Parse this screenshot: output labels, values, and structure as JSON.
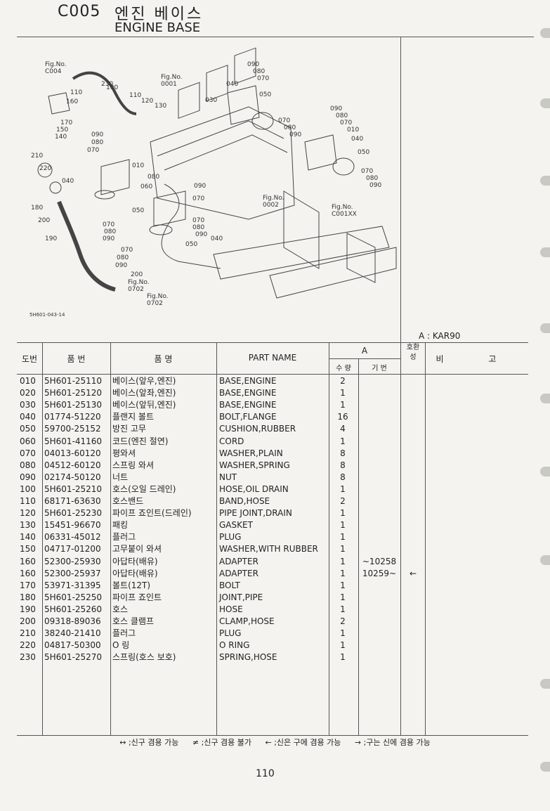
{
  "header": {
    "code": "C005",
    "title_kr": "엔진 베이스",
    "title_en": "ENGINE BASE"
  },
  "diagram": {
    "labels": [
      "090",
      "080",
      "070",
      "040",
      "050",
      "030",
      "230",
      "100",
      "110",
      "120",
      "130",
      "160",
      "170",
      "150",
      "140",
      "010",
      "060",
      "210",
      "220",
      "180",
      "200",
      "190",
      "Fig.No.",
      "C004",
      "0001",
      "0002",
      "C001XX",
      "0702",
      "5H601-043-14"
    ]
  },
  "model_note": "A : KAR90",
  "table": {
    "headers": {
      "no": "도번",
      "part_no": "품 번",
      "name_kr": "품 명",
      "part_name": "PART NAME",
      "group": "A",
      "qty": "수 량",
      "serial": "기 번",
      "interchange": "호환성",
      "remarks": "비 고"
    },
    "rows": [
      {
        "no": "010",
        "part_no": "5H601-25110",
        "name_kr": "베이스(앞우,엔진)",
        "part_name": "BASE,ENGINE",
        "qty": "2",
        "serial": "",
        "mark": ""
      },
      {
        "no": "020",
        "part_no": "5H601-25120",
        "name_kr": "베이스(앞좌,엔진)",
        "part_name": "BASE,ENGINE",
        "qty": "1",
        "serial": "",
        "mark": ""
      },
      {
        "no": "030",
        "part_no": "5H601-25130",
        "name_kr": "베이스(앞뒤,엔진)",
        "part_name": "BASE,ENGINE",
        "qty": "1",
        "serial": "",
        "mark": ""
      },
      {
        "no": "040",
        "part_no": "01774-51220",
        "name_kr": "플랜지 볼트",
        "part_name": "BOLT,FLANGE",
        "qty": "16",
        "serial": "",
        "mark": ""
      },
      {
        "no": "050",
        "part_no": "59700-25152",
        "name_kr": "방진 고무",
        "part_name": "CUSHION,RUBBER",
        "qty": "4",
        "serial": "",
        "mark": ""
      },
      {
        "no": "060",
        "part_no": "5H601-41160",
        "name_kr": "코드(엔진 절연)",
        "part_name": "CORD",
        "qty": "1",
        "serial": "",
        "mark": ""
      },
      {
        "no": "070",
        "part_no": "04013-60120",
        "name_kr": "평와셔",
        "part_name": "WASHER,PLAIN",
        "qty": "8",
        "serial": "",
        "mark": ""
      },
      {
        "no": "080",
        "part_no": "04512-60120",
        "name_kr": "스프링 와셔",
        "part_name": "WASHER,SPRING",
        "qty": "8",
        "serial": "",
        "mark": ""
      },
      {
        "no": "090",
        "part_no": "02174-50120",
        "name_kr": "너트",
        "part_name": "NUT",
        "qty": "8",
        "serial": "",
        "mark": ""
      },
      {
        "no": "100",
        "part_no": "5H601-25210",
        "name_kr": "호스(오일 드레인)",
        "part_name": "HOSE,OIL DRAIN",
        "qty": "1",
        "serial": "",
        "mark": ""
      },
      {
        "no": "110",
        "part_no": "68171-63630",
        "name_kr": "호스밴드",
        "part_name": "BAND,HOSE",
        "qty": "2",
        "serial": "",
        "mark": ""
      },
      {
        "no": "120",
        "part_no": "5H601-25230",
        "name_kr": "파이프 죠인트(드레인)",
        "part_name": "PIPE JOINT,DRAIN",
        "qty": "1",
        "serial": "",
        "mark": ""
      },
      {
        "no": "130",
        "part_no": "15451-96670",
        "name_kr": "패킹",
        "part_name": "GASKET",
        "qty": "1",
        "serial": "",
        "mark": ""
      },
      {
        "no": "140",
        "part_no": "06331-45012",
        "name_kr": "플러그",
        "part_name": "PLUG",
        "qty": "1",
        "serial": "",
        "mark": ""
      },
      {
        "no": "150",
        "part_no": "04717-01200",
        "name_kr": "고무붙이 와셔",
        "part_name": "WASHER,WITH RUBBER",
        "qty": "1",
        "serial": "",
        "mark": ""
      },
      {
        "no": "160",
        "part_no": "52300-25930",
        "name_kr": "아답타(배유)",
        "part_name": "ADAPTER",
        "qty": "1",
        "serial": "~10258",
        "mark": ""
      },
      {
        "no": "160",
        "part_no": "52300-25937",
        "name_kr": "아답타(배유)",
        "part_name": "ADAPTER",
        "qty": "1",
        "serial": "10259~",
        "mark": "←"
      },
      {
        "no": "170",
        "part_no": "53971-31395",
        "name_kr": "볼트(12T)",
        "part_name": "BOLT",
        "qty": "1",
        "serial": "",
        "mark": ""
      },
      {
        "no": "180",
        "part_no": "5H601-25250",
        "name_kr": "파이프 죠인트",
        "part_name": "JOINT,PIPE",
        "qty": "1",
        "serial": "",
        "mark": ""
      },
      {
        "no": "190",
        "part_no": "5H601-25260",
        "name_kr": "호스",
        "part_name": "HOSE",
        "qty": "1",
        "serial": "",
        "mark": ""
      },
      {
        "no": "200",
        "part_no": "09318-89036",
        "name_kr": "호스 클램프",
        "part_name": "CLAMP,HOSE",
        "qty": "2",
        "serial": "",
        "mark": ""
      },
      {
        "no": "210",
        "part_no": "38240-21410",
        "name_kr": "플러그",
        "part_name": "PLUG",
        "qty": "1",
        "serial": "",
        "mark": ""
      },
      {
        "no": "220",
        "part_no": "04817-50300",
        "name_kr": "O 링",
        "part_name": "O RING",
        "qty": "1",
        "serial": "",
        "mark": ""
      },
      {
        "no": "230",
        "part_no": "5H601-25270",
        "name_kr": "스프링(호스 보호)",
        "part_name": "SPRING,HOSE",
        "qty": "1",
        "serial": "",
        "mark": ""
      }
    ]
  },
  "legend": [
    "↔ ;신구 겸용 가능",
    "≠ ;신구 겸용 불가",
    "← ;신은 구에 겸용 가능",
    "→ ;구는 신에 겸용 가능"
  ],
  "page_number": "110"
}
